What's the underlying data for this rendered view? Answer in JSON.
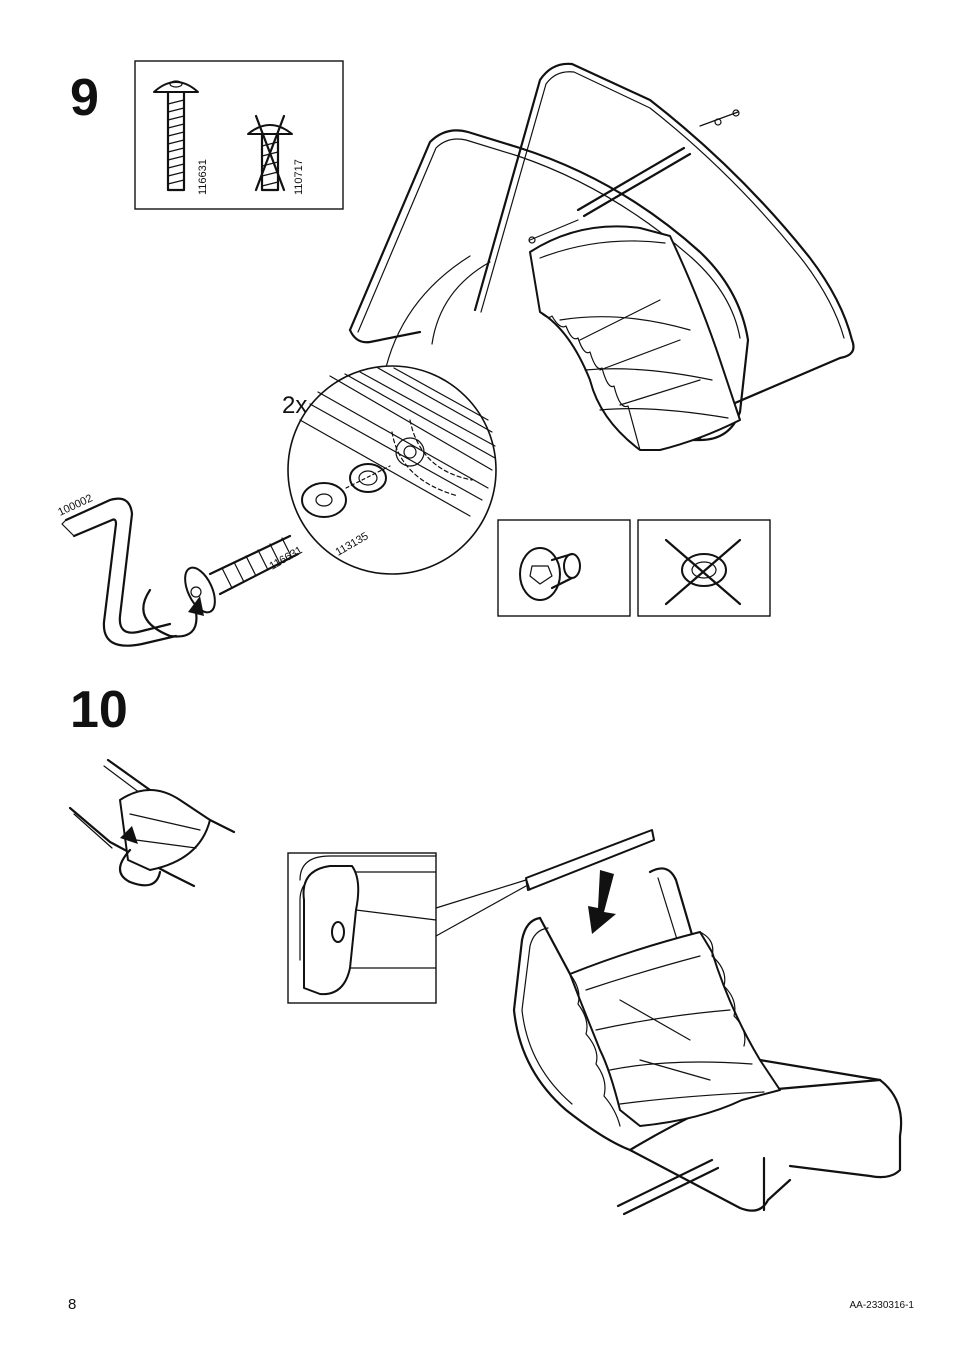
{
  "steps": [
    {
      "number": "9",
      "quantity": "2x"
    },
    {
      "number": "10"
    }
  ],
  "part_numbers": {
    "bolt": "116631",
    "wrong_bolt": "110717",
    "allen_key": "100002",
    "washer": "113135",
    "bolt_callout": "116631"
  },
  "footer": {
    "page_number": "8",
    "document_code": "AA-2330316-1"
  },
  "icons": [
    "allen-key-icon",
    "bolt-icon",
    "washer-icon",
    "rotate-arrow-icon",
    "down-arrow-icon",
    "cross-mark-icon"
  ]
}
